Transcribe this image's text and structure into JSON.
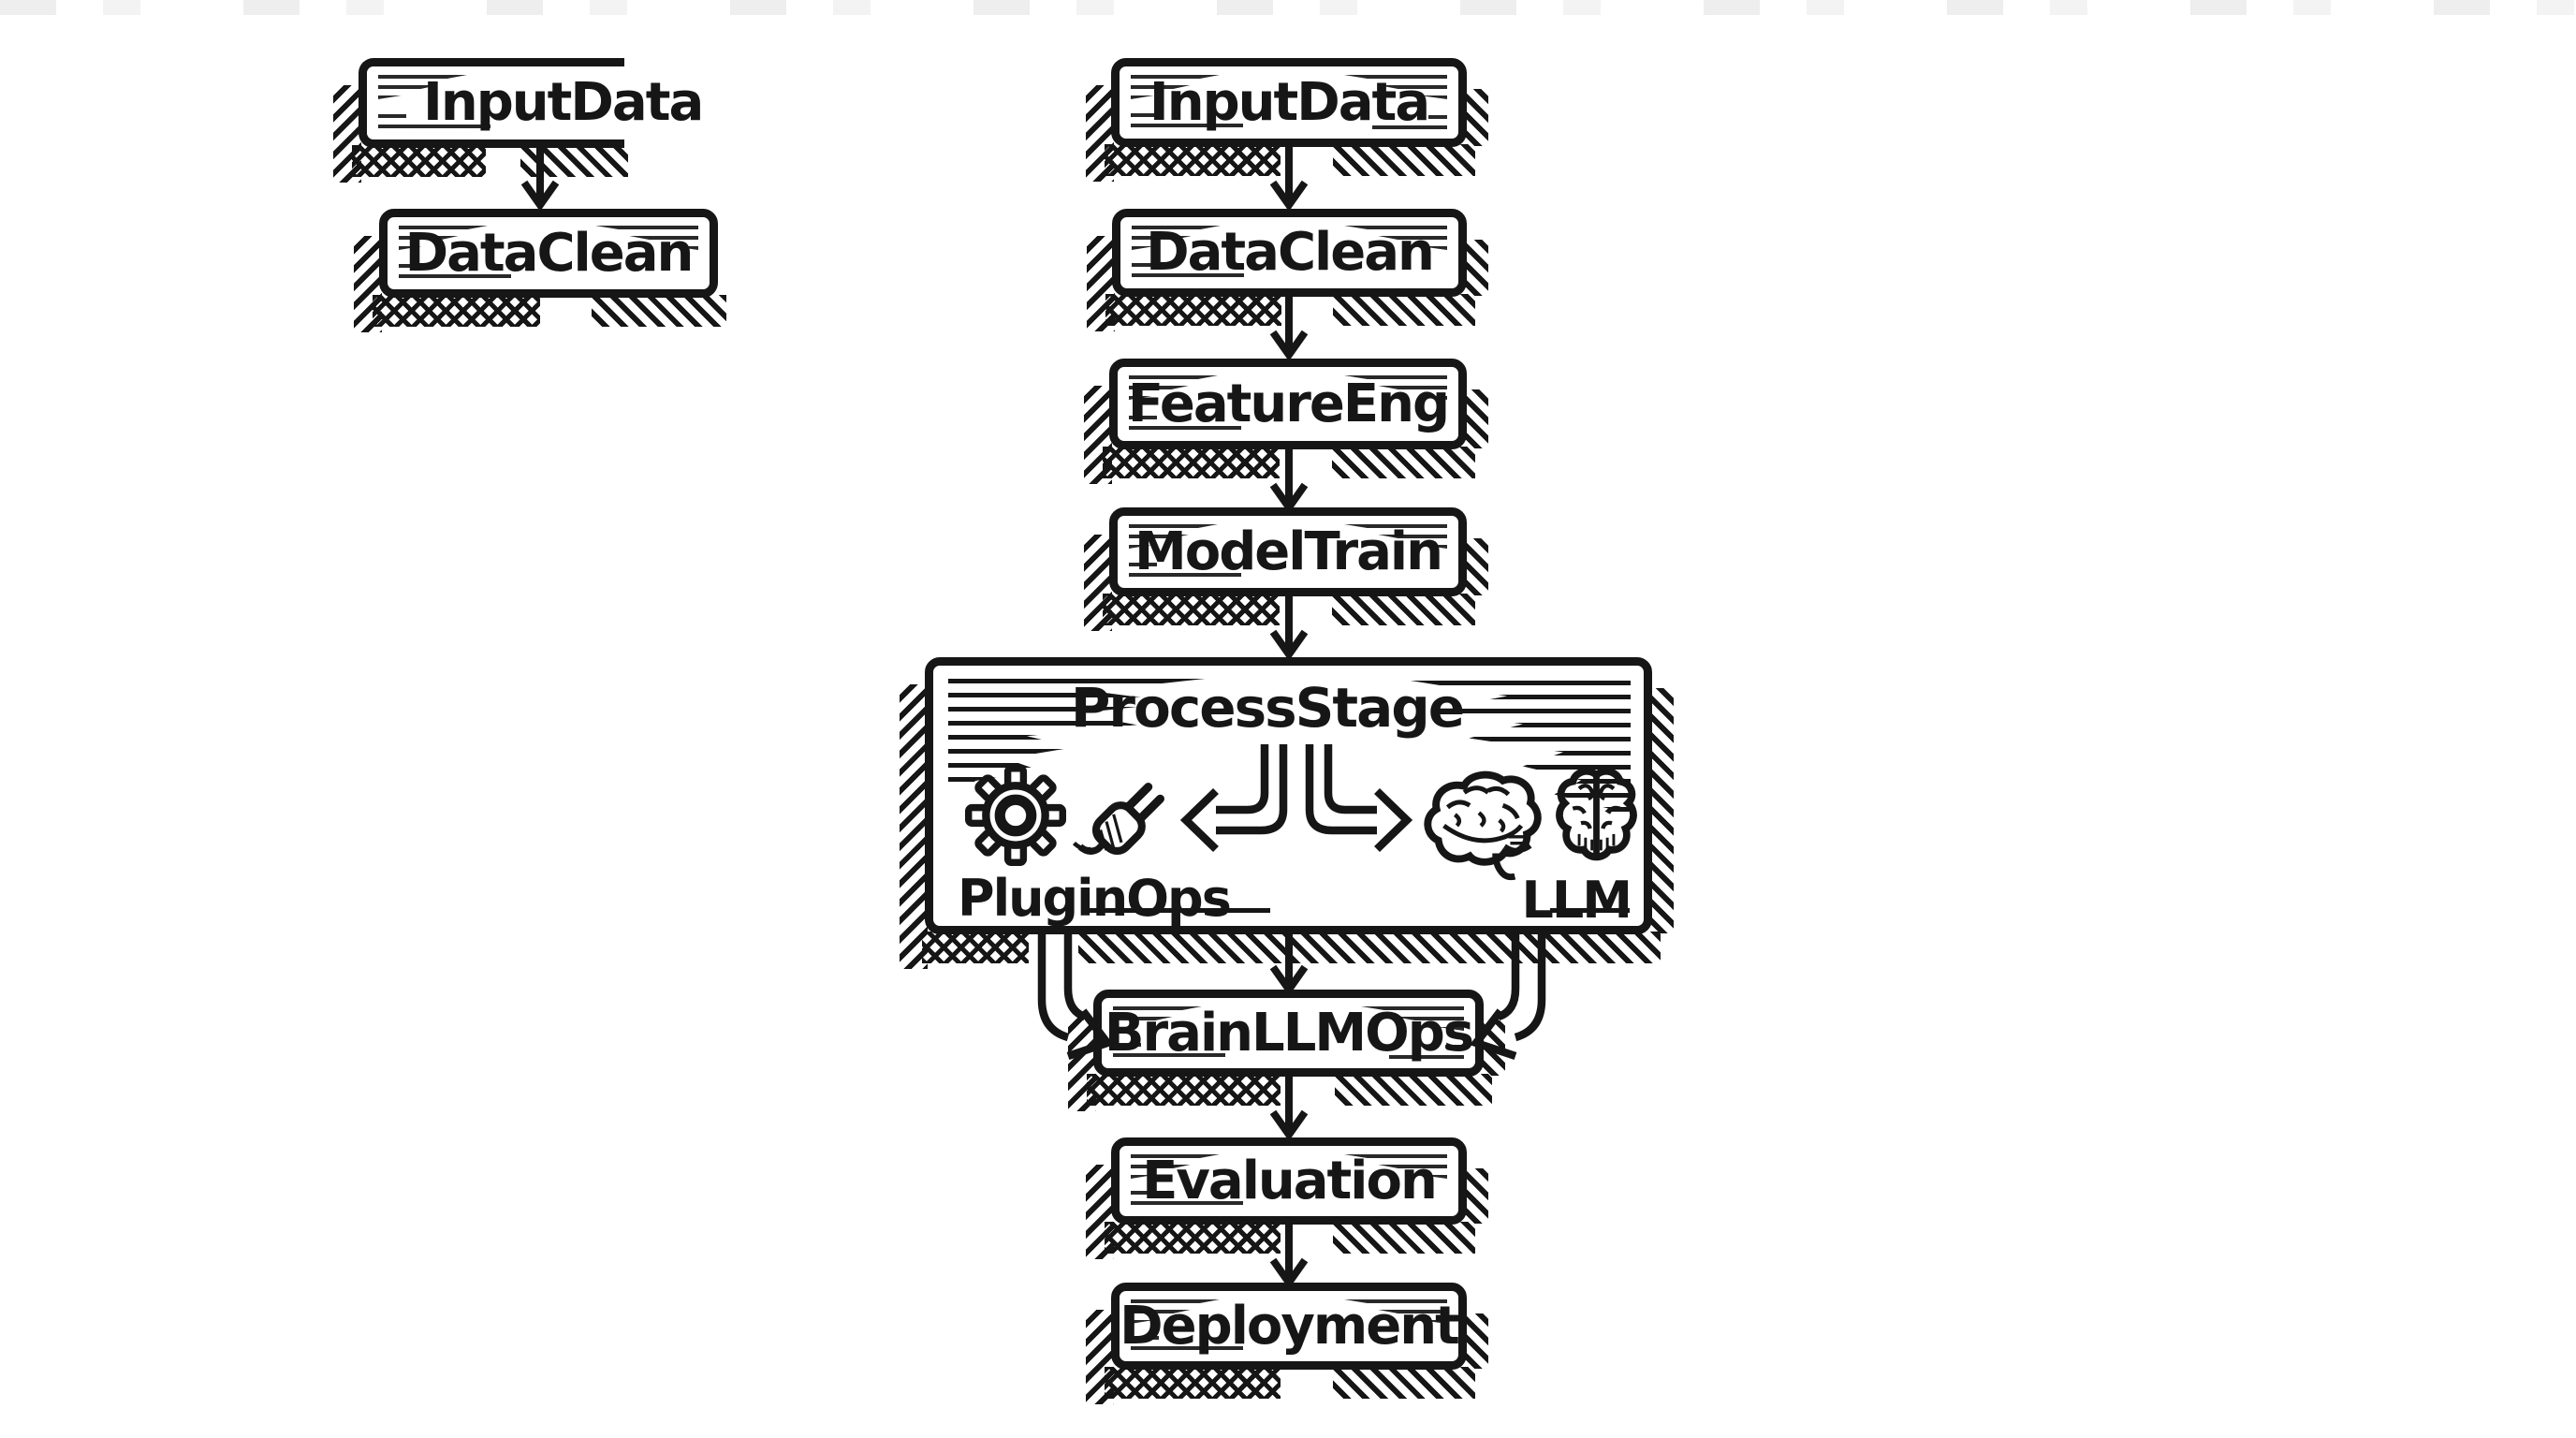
{
  "colors": {
    "ink": "#161616",
    "paper": "#ffffff"
  },
  "left_flow": {
    "nodes": [
      {
        "label": "InputData"
      },
      {
        "label": "DataClean"
      }
    ]
  },
  "main_flow": {
    "top_nodes": [
      {
        "label": "InputData"
      },
      {
        "label": "DataClean"
      },
      {
        "label": "FeatureEng"
      },
      {
        "label": "ModelTrain"
      }
    ],
    "process_stage": {
      "title": "ProcessStage",
      "plugin_label": "PluginOps",
      "llm_label": "LLM",
      "icons": [
        "gear-icon",
        "plug-icon",
        "brain-side-icon",
        "brain-top-icon"
      ]
    },
    "bottom_nodes": [
      {
        "label": "BrainLLMOps"
      },
      {
        "label": "Evaluation"
      },
      {
        "label": "Deployment"
      }
    ]
  }
}
